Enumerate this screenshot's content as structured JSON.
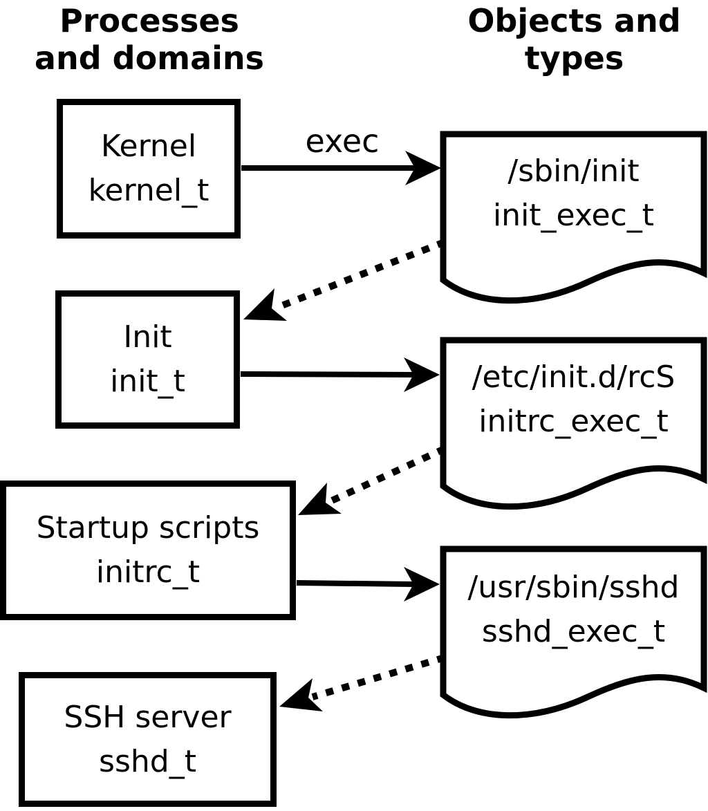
{
  "diagram": {
    "columns": {
      "left_header_line1": "Processes",
      "left_header_line2": "and domains",
      "right_header_line1": "Objects and",
      "right_header_line2": "types"
    },
    "processes": [
      {
        "name": "Kernel",
        "type": "kernel_t"
      },
      {
        "name": "Init",
        "type": "init_t"
      },
      {
        "name": "Startup scripts",
        "type": "initrc_t"
      },
      {
        "name": "SSH server",
        "type": "sshd_t"
      }
    ],
    "objects": [
      {
        "path": "/sbin/init",
        "type": "init_exec_t"
      },
      {
        "path": "/etc/init.d/rcS",
        "type": "initrc_exec_t"
      },
      {
        "path": "/usr/sbin/sshd",
        "type": "sshd_exec_t"
      }
    ],
    "arrows": [
      {
        "style": "solid",
        "label": "exec",
        "from": "Kernel kernel_t",
        "to": "/sbin/init init_exec_t"
      },
      {
        "style": "dotted",
        "label": "",
        "from": "/sbin/init init_exec_t",
        "to": "Init init_t"
      },
      {
        "style": "solid",
        "label": "",
        "from": "Init init_t",
        "to": "/etc/init.d/rcS initrc_exec_t"
      },
      {
        "style": "dotted",
        "label": "",
        "from": "/etc/init.d/rcS initrc_exec_t",
        "to": "Startup scripts initrc_t"
      },
      {
        "style": "solid",
        "label": "",
        "from": "Startup scripts initrc_t",
        "to": "/usr/sbin/sshd sshd_exec_t"
      },
      {
        "style": "dotted",
        "label": "",
        "from": "/usr/sbin/sshd sshd_exec_t",
        "to": "SSH server sshd_t"
      }
    ],
    "colors": {
      "foreground": "#000000",
      "background": "#ffffff"
    }
  }
}
